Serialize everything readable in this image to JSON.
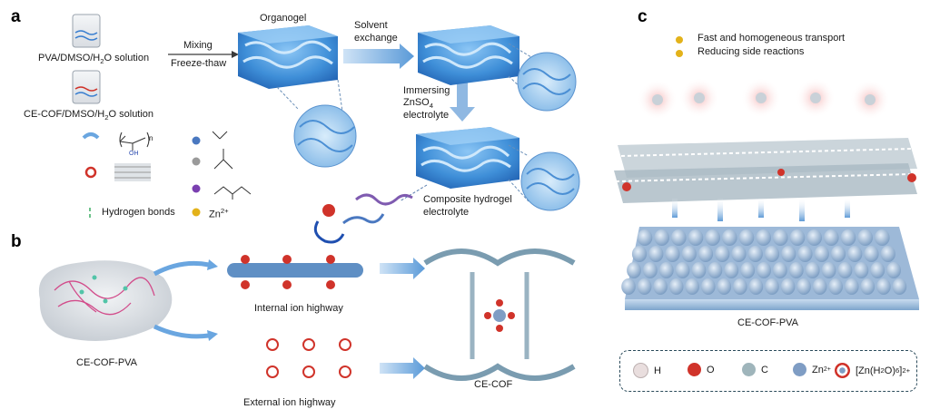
{
  "panels": {
    "a": {
      "letter": "a",
      "pva_solution": "PVA/DMSO/H",
      "pva_solution_sub": "2",
      "pva_solution_end": "O solution",
      "cof_solution": "CE-COF/DMSO/H",
      "cof_solution_sub": "2",
      "cof_solution_end": "O solution",
      "step_mixing": "Mixing",
      "step_freeze": "Freeze-thaw",
      "organogel": "Organogel",
      "step_solvent1": "Solvent",
      "step_solvent2": "exchange",
      "immersing1": "Immersing",
      "immersing2": "ZnSO",
      "immersing2_sub": "4",
      "immersing3": "electrolyte",
      "composite1": "Composite hydrogel",
      "composite2": "electrolyte",
      "polymer_n": "n",
      "polymer_oh": "OH",
      "hbond_label": "Hydrogen bonds",
      "zn_label": "Zn",
      "zn_sup": "2+"
    },
    "b": {
      "letter": "b",
      "internal": "Internal ion highway",
      "external": "External ion highway",
      "cecofpva": "CE-COF-PVA",
      "cecof": "CE-COF"
    },
    "c": {
      "letter": "c",
      "legend1": "Fast and homogeneous transport",
      "legend2": "Reducing side reactions",
      "cecofpva": "CE-COF-PVA",
      "atoms": [
        {
          "label": "H",
          "color": "#e9dede"
        },
        {
          "label": "O",
          "color": "#d0332a"
        },
        {
          "label": "C",
          "color": "#9fb5bb"
        },
        {
          "label": "Zn",
          "sup": "2+",
          "color": "#7f9dc4"
        }
      ],
      "complex_pre": "[Zn(H",
      "complex_sub": "2",
      "complex_mid": "O)",
      "complex_sub2": "6",
      "complex_end": "]",
      "complex_sup": "2+"
    }
  },
  "colors": {
    "gel_blue": "#3f8fd8",
    "arrow_blue": "#6aa6e0",
    "red_atom": "#d0332a",
    "yellow": "#e3b21a"
  }
}
